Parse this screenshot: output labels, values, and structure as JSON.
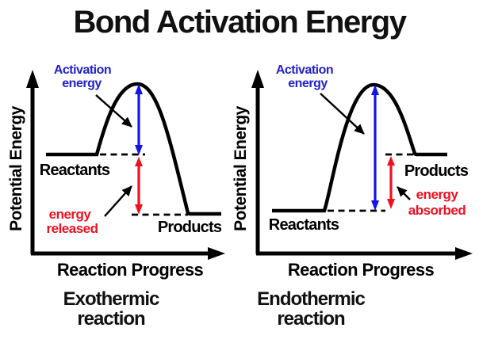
{
  "title": "Bond Activation Energy",
  "colors": {
    "black": "#000000",
    "blue_text": "#2222cc",
    "blue_arrow": "#1414e6",
    "red": "#ee1122",
    "background": "#ffffff"
  },
  "diagrams": [
    {
      "name": "exothermic",
      "y_axis_label": "Potential Energy",
      "x_axis_label": "Reaction Progress",
      "activation_line1": "Activation",
      "activation_line2": "energy",
      "reactants_label": "Reactants",
      "products_label": "Products",
      "delta_line1": "energy",
      "delta_line2": "released",
      "caption_line1": "Exothermic",
      "caption_line2": "reaction",
      "products_vs_reactants": "lower"
    },
    {
      "name": "endothermic",
      "y_axis_label": "Potential Energy",
      "x_axis_label": "Reaction Progress",
      "activation_line1": "Activation",
      "activation_line2": "energy",
      "reactants_label": "Reactants",
      "products_label": "Products",
      "delta_line1": "energy",
      "delta_line2": "absorbed",
      "caption_line1": "Endothermic",
      "caption_line2": "reaction",
      "products_vs_reactants": "higher"
    }
  ]
}
